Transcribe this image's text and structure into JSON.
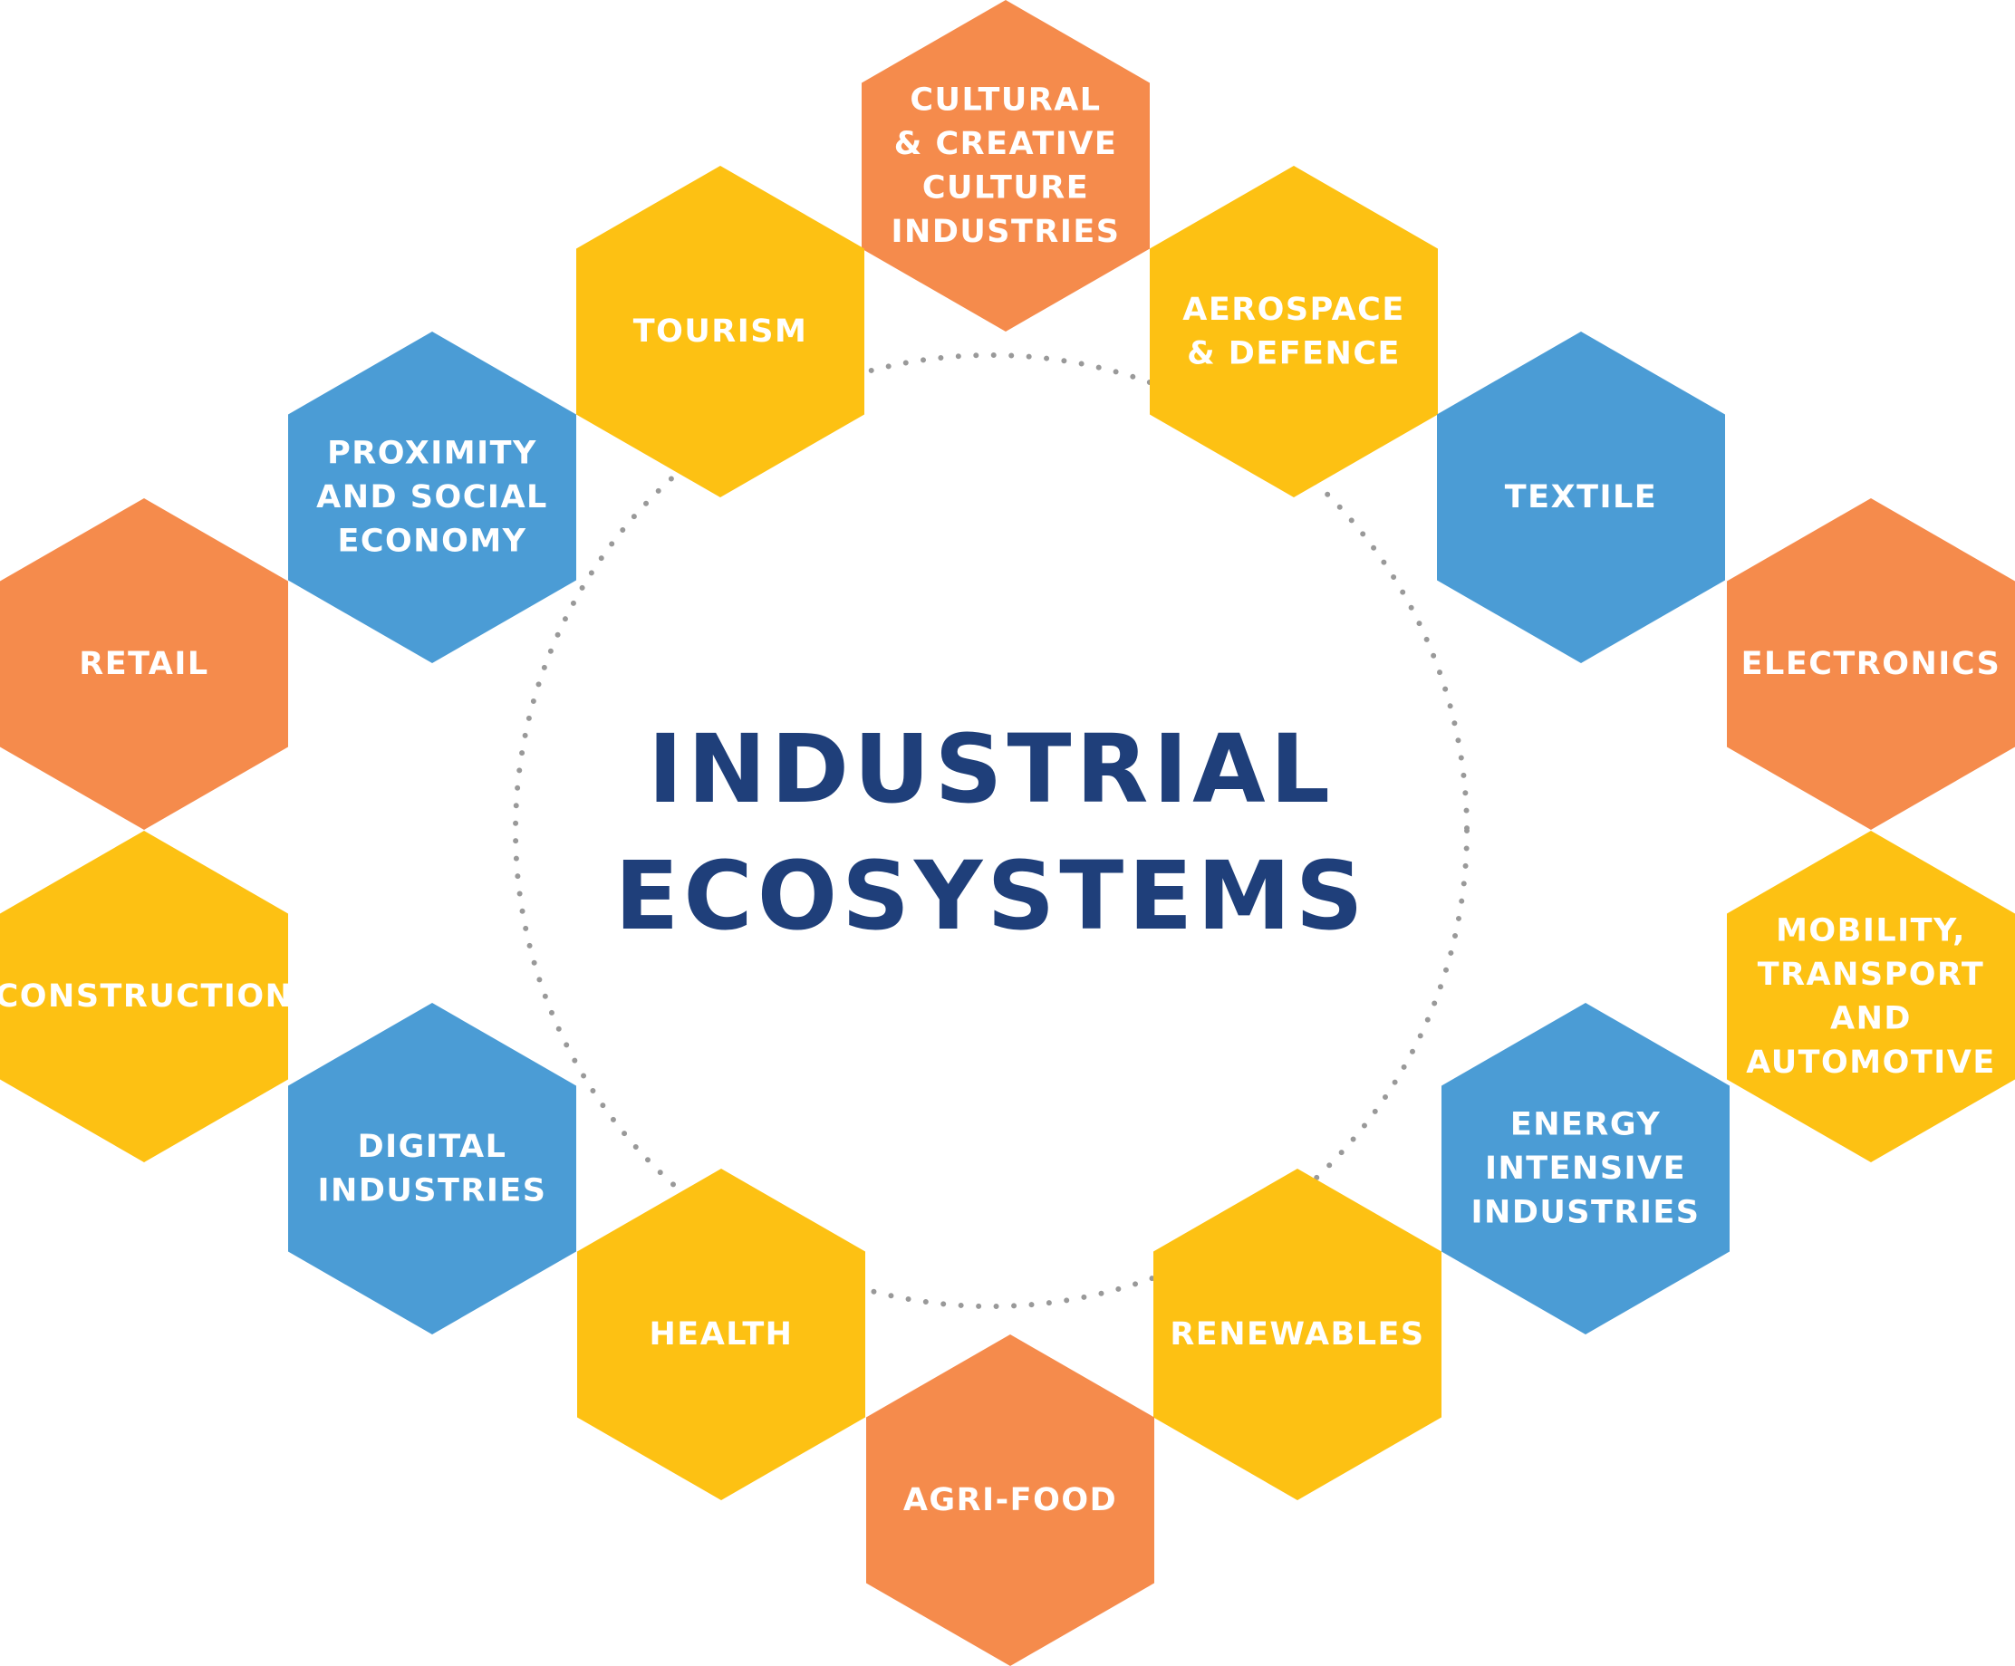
{
  "title_lines": [
    "INDUSTRIAL",
    "ECOSYSTEMS"
  ],
  "colors": {
    "orange": "#f58b4c",
    "yellow": "#fdc113",
    "blue": "#4b9cd5",
    "title": "#1f3f7a",
    "dots": "#999999"
  },
  "ecosystems": [
    {
      "id": "cultural-creative",
      "lines": [
        "CULTURAL",
        "& CREATIVE",
        "CULTURE",
        "INDUSTRIES"
      ],
      "color": "orange"
    },
    {
      "id": "aerospace-defence",
      "lines": [
        "AEROSPACE",
        "& DEFENCE"
      ],
      "color": "yellow"
    },
    {
      "id": "textile",
      "lines": [
        "TEXTILE"
      ],
      "color": "blue"
    },
    {
      "id": "electronics",
      "lines": [
        "ELECTRONICS"
      ],
      "color": "orange"
    },
    {
      "id": "mobility",
      "lines": [
        "MOBILITY,",
        "TRANSPORT",
        "AND",
        "AUTOMOTIVE"
      ],
      "color": "yellow"
    },
    {
      "id": "energy-intensive",
      "lines": [
        "ENERGY",
        "INTENSIVE",
        "INDUSTRIES"
      ],
      "color": "blue"
    },
    {
      "id": "renewables",
      "lines": [
        "RENEWABLES"
      ],
      "color": "yellow"
    },
    {
      "id": "agri-food",
      "lines": [
        "AGRI-FOOD"
      ],
      "color": "orange"
    },
    {
      "id": "health",
      "lines": [
        "HEALTH"
      ],
      "color": "yellow"
    },
    {
      "id": "digital",
      "lines": [
        "DIGITAL",
        "INDUSTRIES"
      ],
      "color": "blue"
    },
    {
      "id": "construction",
      "lines": [
        "CONSTRUCTION"
      ],
      "color": "yellow"
    },
    {
      "id": "retail",
      "lines": [
        "RETAIL"
      ],
      "color": "orange"
    },
    {
      "id": "proximity-social",
      "lines": [
        "PROXIMITY",
        "AND SOCIAL",
        "ECONOMY"
      ],
      "color": "blue"
    },
    {
      "id": "tourism",
      "lines": [
        "TOURISM"
      ],
      "color": "yellow"
    }
  ]
}
